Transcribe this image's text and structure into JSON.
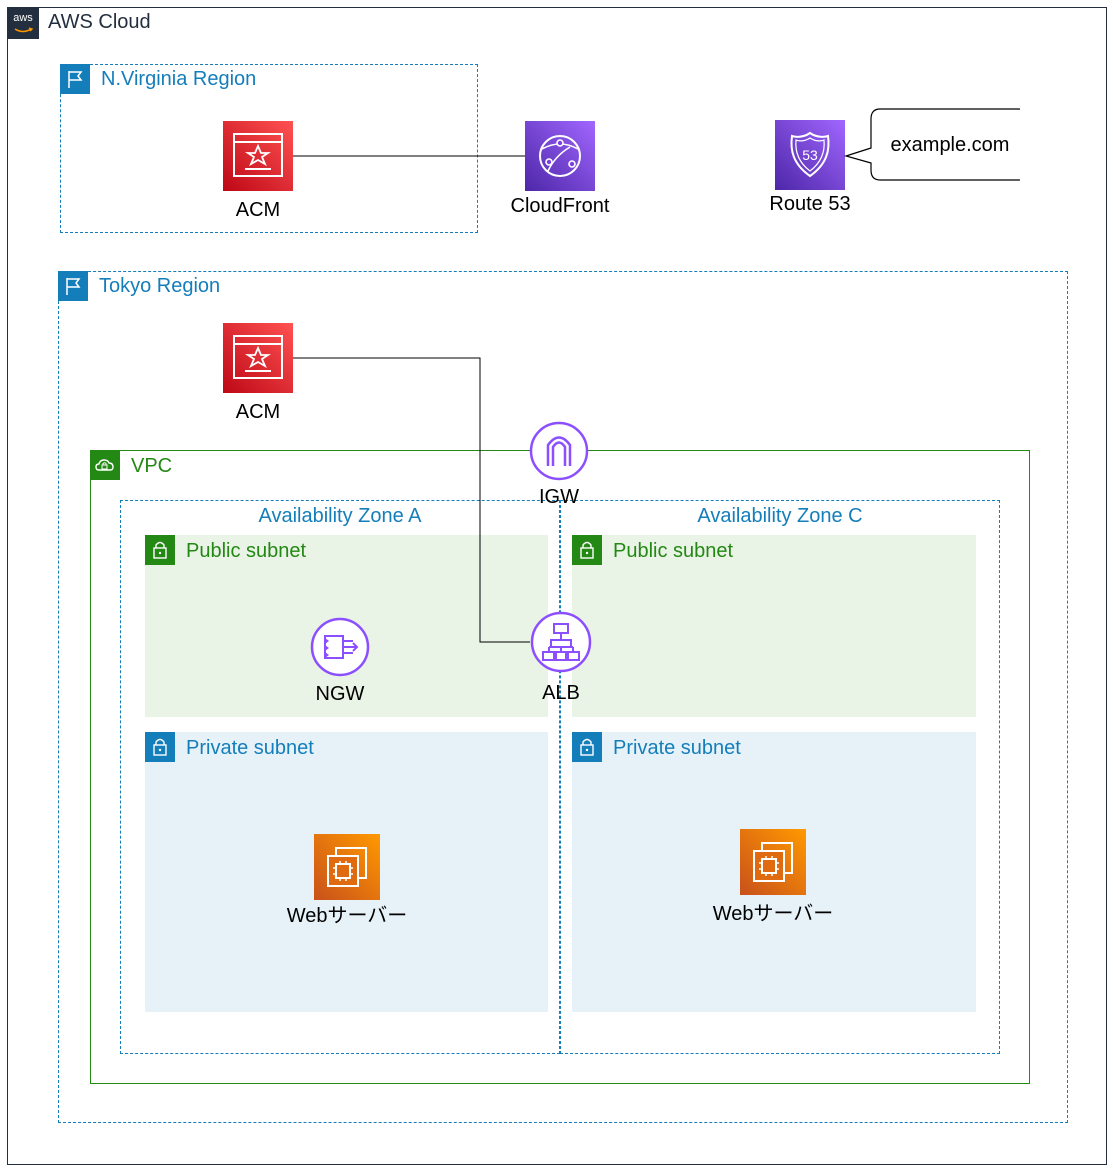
{
  "aws_cloud": {
    "label": "AWS Cloud",
    "logo_text": "aws"
  },
  "nvirginia": {
    "label": "N.Virginia Region",
    "acm_label": "ACM"
  },
  "cloudfront": {
    "label": "CloudFront"
  },
  "route53": {
    "label": "Route 53",
    "badge": "53",
    "callout": "example.com"
  },
  "tokyo": {
    "label": "Tokyo Region",
    "acm_label": "ACM"
  },
  "vpc": {
    "label": "VPC"
  },
  "igw": {
    "label": "IGW"
  },
  "az_a": {
    "label": "Availability Zone A",
    "public_subnet": "Public subnet",
    "private_subnet": "Private subnet",
    "ngw_label": "NGW",
    "server_label": "Webサーバー"
  },
  "az_c": {
    "label": "Availability Zone C",
    "public_subnet": "Public subnet",
    "private_subnet": "Private subnet",
    "server_label": "Webサーバー"
  },
  "alb": {
    "label": "ALB"
  },
  "colors": {
    "region_blue": "#147EBA",
    "vpc_green": "#248814",
    "public_subnet_bg": "#E9F3E6",
    "private_subnet_bg": "#E6F2F8",
    "acm_red": "#DD344C",
    "network_purple": "#8C4FFF",
    "compute_orange": "#ED7100"
  }
}
